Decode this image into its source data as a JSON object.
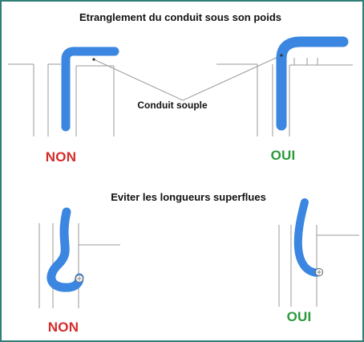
{
  "diagram": {
    "top_title": "Etranglement du conduit sous son poids",
    "conduit_label": "Conduit souple",
    "bottom_title": "Eviter les longueurs superflues",
    "verdicts": {
      "top_left": "NON",
      "top_right": "OUI",
      "bottom_left": "NON",
      "bottom_right": "OUI"
    }
  },
  "colors": {
    "frame": "#2f7f78",
    "conduit": "#3a86e0",
    "non": "#d52b2b",
    "oui": "#2a9a3a",
    "wall": "#9a9a9a"
  }
}
